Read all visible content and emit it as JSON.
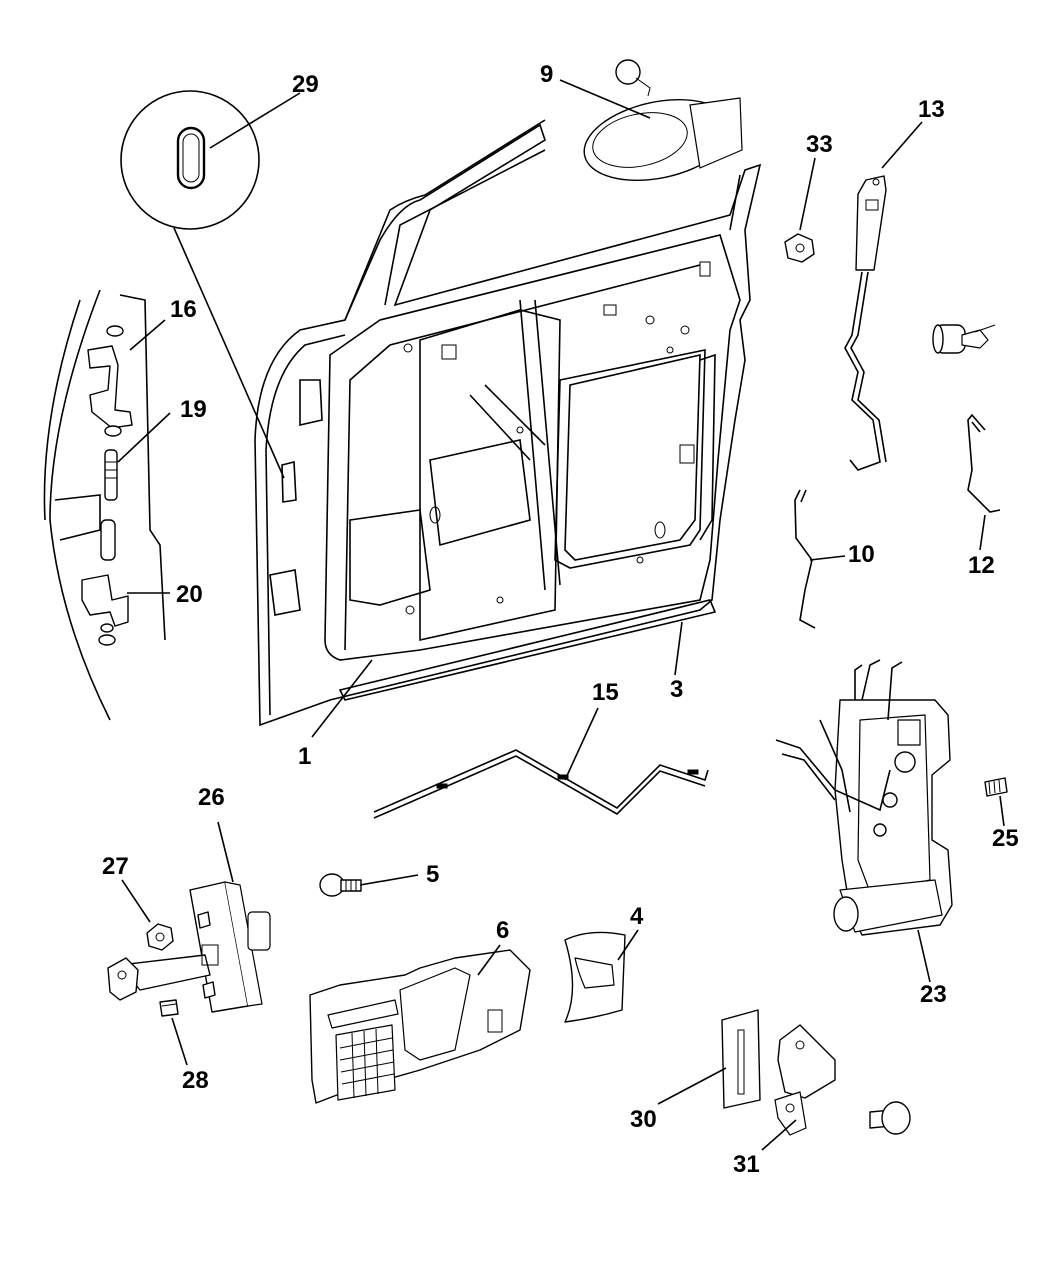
{
  "diagram": {
    "callouts": [
      {
        "id": "c1",
        "label": "1"
      },
      {
        "id": "c3",
        "label": "3"
      },
      {
        "id": "c4",
        "label": "4"
      },
      {
        "id": "c5",
        "label": "5"
      },
      {
        "id": "c6",
        "label": "6"
      },
      {
        "id": "c9",
        "label": "9"
      },
      {
        "id": "c10",
        "label": "10"
      },
      {
        "id": "c12",
        "label": "12"
      },
      {
        "id": "c13",
        "label": "13"
      },
      {
        "id": "c15",
        "label": "15"
      },
      {
        "id": "c16",
        "label": "16"
      },
      {
        "id": "c19",
        "label": "19"
      },
      {
        "id": "c20",
        "label": "20"
      },
      {
        "id": "c23",
        "label": "23"
      },
      {
        "id": "c25",
        "label": "25"
      },
      {
        "id": "c26",
        "label": "26"
      },
      {
        "id": "c27",
        "label": "27"
      },
      {
        "id": "c28",
        "label": "28"
      },
      {
        "id": "c29",
        "label": "29"
      },
      {
        "id": "c30",
        "label": "30"
      },
      {
        "id": "c31",
        "label": "31"
      },
      {
        "id": "c33",
        "label": "33"
      }
    ]
  }
}
